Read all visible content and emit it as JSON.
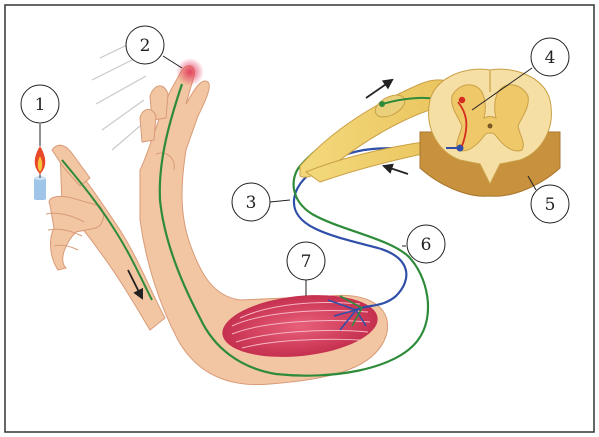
{
  "labels": [
    "1",
    "2",
    "3",
    "4",
    "5",
    "6",
    "7"
  ],
  "colors": {
    "frame": "#333333",
    "skin": "#f2c6a3",
    "skin_shadow": "#d99a77",
    "afferent_nerve": "#2e8b3a",
    "efferent_nerve": "#2f4fa8",
    "interneuron": "#d42a1f",
    "spinal_white_matter": "#f6dfa4",
    "spinal_grey_matter": "#efc86a",
    "spinal_side": "#c8913d",
    "muscle": "#d9455f",
    "flame": "#e8472a",
    "candle": "#9fc6e8",
    "pain_glow": "#e33b5c"
  },
  "icons": {
    "arrow_up": "arrow-up-right-icon",
    "arrow_in": "arrow-left-icon",
    "arrow_down": "arrow-down-icon"
  }
}
